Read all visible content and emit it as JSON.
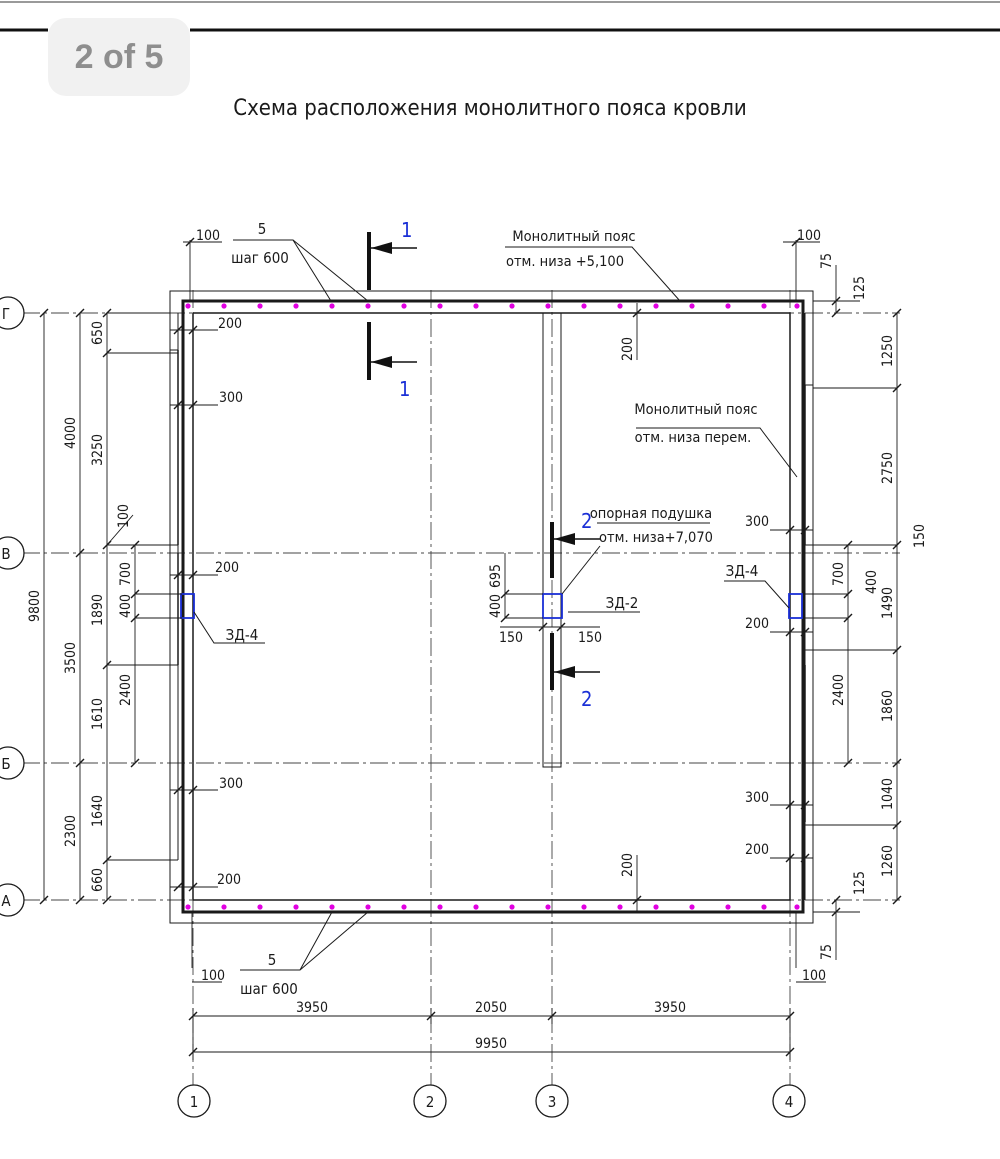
{
  "viewer": {
    "page_indicator": "2 of 5"
  },
  "drawing": {
    "title": "Схема расположения монолитного пояса кровли",
    "axes": {
      "rows": [
        "Г",
        "В",
        "Б",
        "А"
      ],
      "cols": [
        "1",
        "2",
        "3",
        "4"
      ]
    },
    "sections": {
      "s1": "1",
      "s2": "2"
    },
    "labels": {
      "belt_top_1": "Монолитный пояс",
      "belt_top_2": "отм. низа +5,100",
      "belt_var_1": "Монолитный пояс",
      "belt_var_2": "отм. низа перем.",
      "pad_1": "опорная подушка",
      "pad_2": "отм. низа+7,070",
      "zd4_left": "ЗД-4",
      "zd4_right": "ЗД-4",
      "zd2": "ЗД-2",
      "bar_count_top": "5",
      "bar_step_top": "шаг 600",
      "bar_count_bot": "5",
      "bar_step_bot": "шаг 600"
    },
    "dims": {
      "top_100_l": "100",
      "top_100_r": "100",
      "top_75": "75",
      "top_125": "125",
      "left_200_top": "200",
      "left_300_top": "300",
      "left_200_mid": "200",
      "left_300_bot": "300",
      "left_200_bot": "200",
      "left_100": "100",
      "mid_200_top": "200",
      "mid_200_bot": "200",
      "right_300_top": "300",
      "right_200_mid": "200",
      "right_300_bot": "300",
      "right_200_bot": "200",
      "col_695": "695",
      "col_400": "400",
      "col_150_l": "150",
      "col_150_r": "150",
      "l1_650": "650",
      "l1_3250": "3250",
      "l1_1890": "1890",
      "l1_1610": "1610",
      "l1_1640": "1640",
      "l1_660": "660",
      "l1_700": "700",
      "l1_400": "400",
      "l1_2400": "2400",
      "l2_4000": "4000",
      "l2_3500": "3500",
      "l2_2300": "2300",
      "l3_9800": "9800",
      "r1_1250": "1250",
      "r1_2750": "2750",
      "r1_150": "150",
      "r1_1490": "1490",
      "r1_1860": "1860",
      "r1_1040": "1040",
      "r1_1260": "1260",
      "r0_700": "700",
      "r0_400": "400",
      "r0_2400": "2400",
      "bot_125": "125",
      "bot_75": "75",
      "bot_100_l": "100",
      "bot_100_r": "100",
      "b_3950_a": "3950",
      "b_2050": "2050",
      "b_3950_b": "3950",
      "b_9950": "9950"
    }
  },
  "colors": {
    "line": "#1a1a1a",
    "rebar": "#e000e0",
    "embed": "#1a2fd6",
    "section_num": "#1a2fd6"
  }
}
